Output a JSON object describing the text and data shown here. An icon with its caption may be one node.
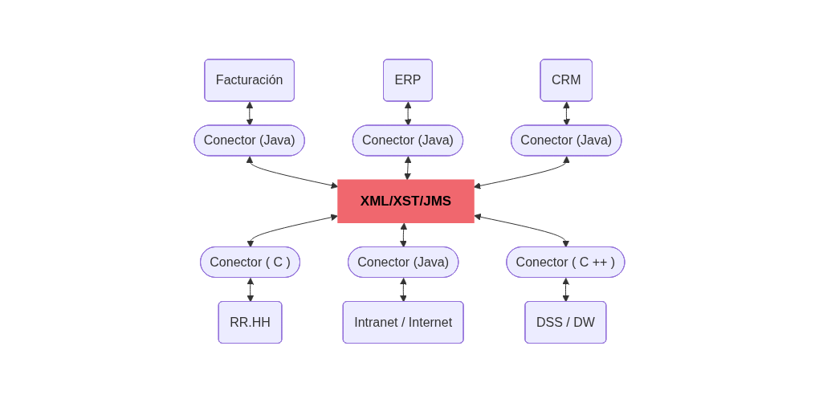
{
  "diagram": {
    "nodes": [
      {
        "text": [
          "Facturación"
        ]
      },
      {
        "text": [
          "ERP"
        ]
      },
      {
        "text": [
          "CRM"
        ]
      },
      {
        "text": [
          "Conector (Java)"
        ]
      },
      {
        "text": [
          "Conector (Java)"
        ]
      },
      {
        "text": [
          "Conector (Java)"
        ]
      },
      {
        "text": [
          "XML/XST/JMS"
        ]
      },
      {
        "text": [
          "Conector ( C )"
        ]
      },
      {
        "text": [
          "Conector (Java)"
        ]
      },
      {
        "text": [
          "Conector ( C ++ )"
        ]
      },
      {
        "text": [
          "RR.HH"
        ]
      },
      {
        "text": [
          "Intranet / Internet"
        ]
      },
      {
        "text": [
          "DSS / DW"
        ]
      }
    ],
    "edges": [
      {
        "from": 0,
        "to": 3,
        "arrow": "both"
      },
      {
        "from": 1,
        "to": 4,
        "arrow": "both"
      },
      {
        "from": 2,
        "to": 5,
        "arrow": "both"
      },
      {
        "from": 3,
        "to": 6,
        "arrow": "both"
      },
      {
        "from": 4,
        "to": 6,
        "arrow": "both"
      },
      {
        "from": 5,
        "to": 6,
        "arrow": "both"
      },
      {
        "from": 6,
        "to": 7,
        "arrow": "both"
      },
      {
        "from": 6,
        "to": 8,
        "arrow": "both"
      },
      {
        "from": 6,
        "to": 9,
        "arrow": "both"
      },
      {
        "from": 7,
        "to": 10,
        "arrow": "both"
      },
      {
        "from": 8,
        "to": 11,
        "arrow": "both"
      },
      {
        "from": 9,
        "to": 12,
        "arrow": "both"
      }
    ]
  }
}
